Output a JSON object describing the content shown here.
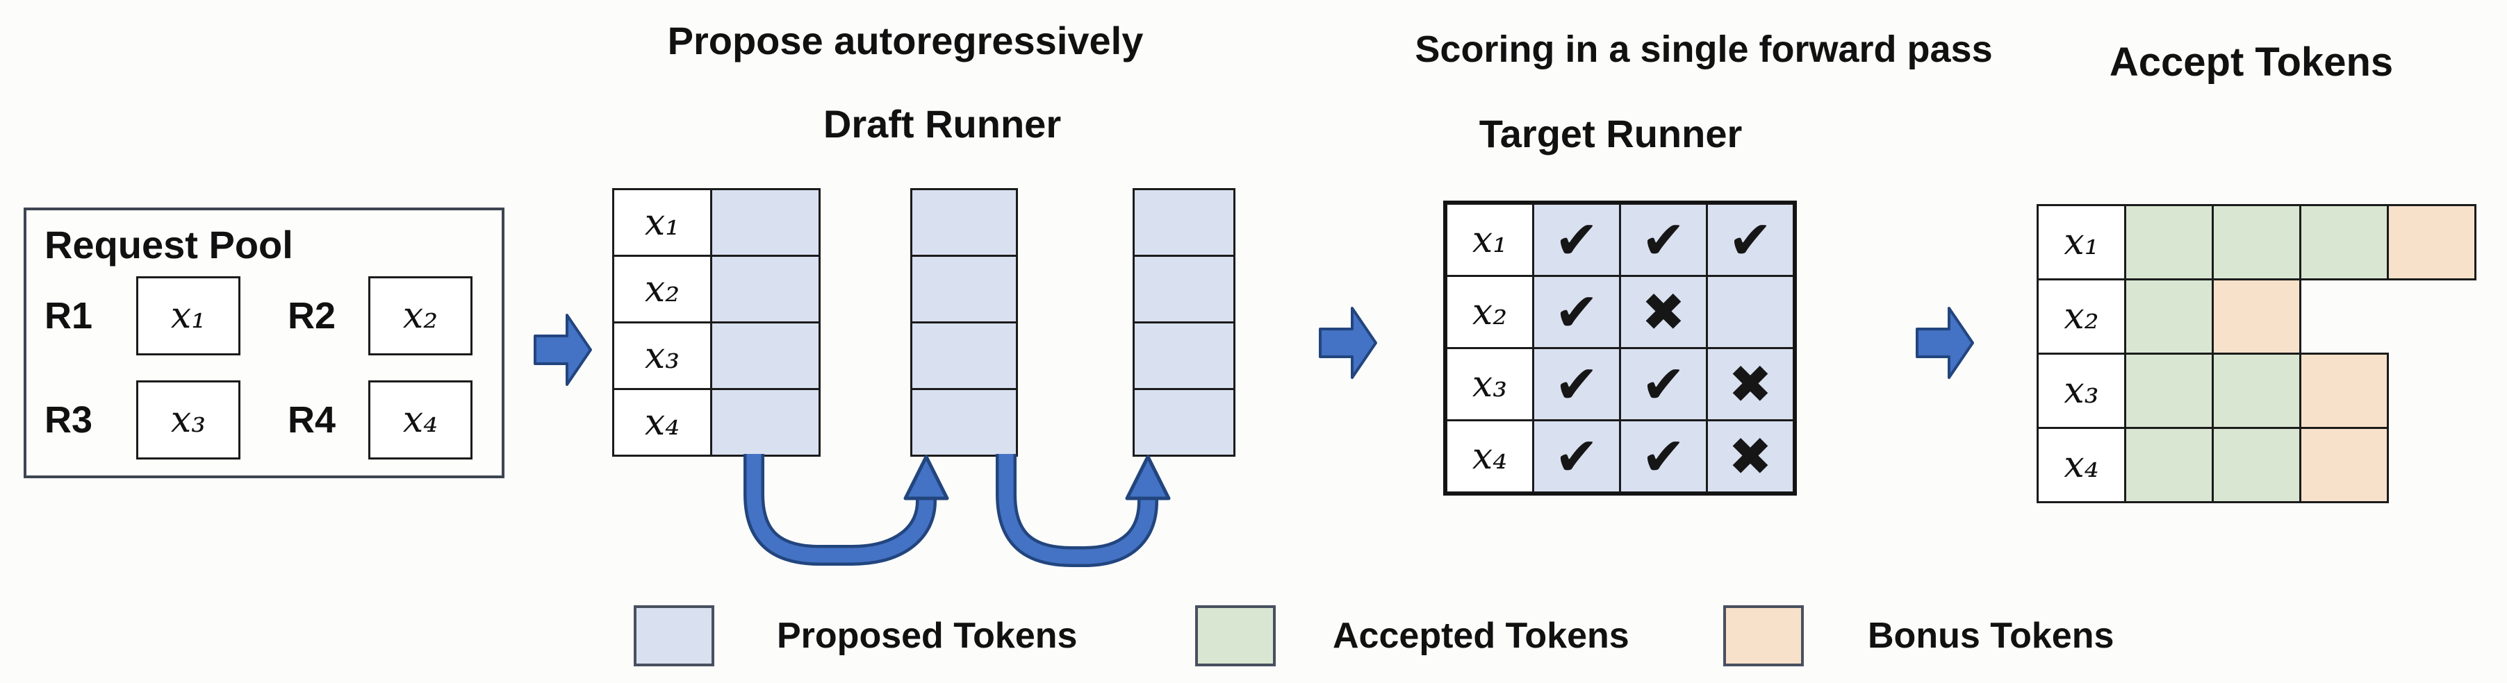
{
  "headers": {
    "propose": "Propose autoregressively",
    "draft_runner": "Draft Runner",
    "scoring": "Scoring in a single forward pass",
    "target_runner": "Target Runner",
    "accept": "Accept Tokens"
  },
  "request_pool": {
    "title": "Request Pool",
    "items": [
      {
        "id": "R1",
        "token": "x₁"
      },
      {
        "id": "R2",
        "token": "x₂"
      },
      {
        "id": "R3",
        "token": "x₃"
      },
      {
        "id": "R4",
        "token": "x₄"
      }
    ]
  },
  "tokens": [
    "x₁",
    "x₂",
    "x₃",
    "x₄"
  ],
  "draft": {
    "labeled_grid_rows": 4,
    "extra_proposal_columns": 2
  },
  "target": {
    "rows": [
      {
        "token": "x₁",
        "marks": [
          "check",
          "check",
          "check"
        ]
      },
      {
        "token": "x₂",
        "marks": [
          "check",
          "cross",
          "blank"
        ]
      },
      {
        "token": "x₃",
        "marks": [
          "check",
          "check",
          "cross"
        ]
      },
      {
        "token": "x₄",
        "marks": [
          "check",
          "check",
          "cross"
        ]
      }
    ]
  },
  "accept": {
    "rows": [
      {
        "token": "x₁",
        "cells": [
          "accepted",
          "accepted",
          "accepted",
          "bonus"
        ]
      },
      {
        "token": "x₂",
        "cells": [
          "accepted",
          "bonus"
        ]
      },
      {
        "token": "x₃",
        "cells": [
          "accepted",
          "accepted",
          "bonus"
        ]
      },
      {
        "token": "x₄",
        "cells": [
          "accepted",
          "accepted",
          "bonus"
        ]
      }
    ]
  },
  "legend": {
    "items": [
      {
        "name": "proposed",
        "label": "Proposed Tokens",
        "color": "#d9e0f0"
      },
      {
        "name": "accepted",
        "label": "Accepted Tokens",
        "color": "#d9e7d2"
      },
      {
        "name": "bonus",
        "label": "Bonus Tokens",
        "color": "#f7e1ca"
      }
    ]
  },
  "icons": {
    "check_glyph": "✔",
    "cross_glyph": "✖",
    "flow_arrow": "right-block-arrow",
    "loop_arrow": "u-turn-up-arrow"
  },
  "colors": {
    "proposed_fill": "#d9e0f0",
    "accepted_fill": "#d9e7d2",
    "bonus_fill": "#f7e1ca",
    "label_cell_fill": "#ffffff",
    "arrow_fill": "#4472c4",
    "arrow_outline": "#22457e",
    "grid_border": "#1b1b1b"
  }
}
